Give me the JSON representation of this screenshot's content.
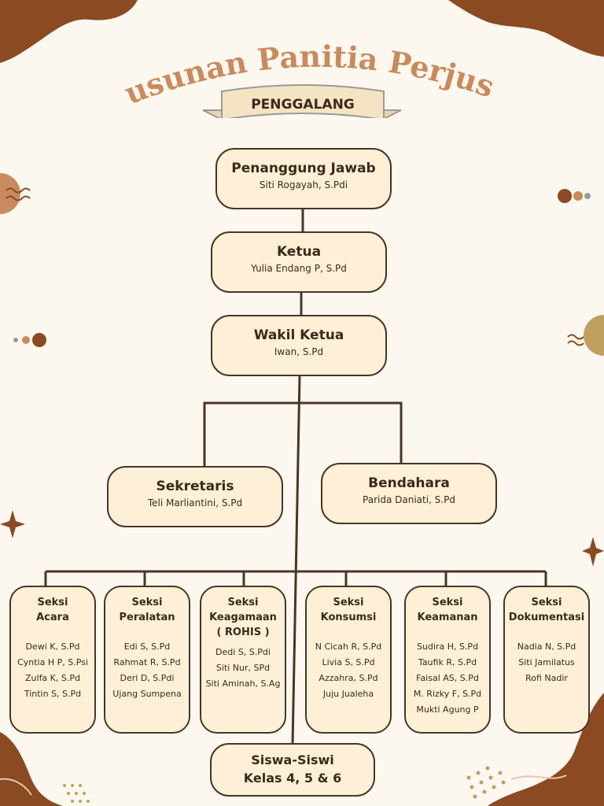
{
  "title": "Susunan Panitia Perjusa",
  "banner": "PENGGALANG",
  "penanggung_jawab": {
    "title": "Penanggung Jawab",
    "name": "Siti Rogayah, S.Pdi"
  },
  "ketua": {
    "title": "Ketua",
    "name": "Yulia Endang P, S.Pd"
  },
  "wakil_ketua": {
    "title": "Wakil Ketua",
    "name": "Iwan, S.Pd"
  },
  "sekretaris": {
    "title": "Sekretaris",
    "name": "Teli Marliantini, S.Pd"
  },
  "bendahara": {
    "title": "Bendahara",
    "name": "Parida Daniati, S.Pd"
  },
  "seksi": [
    {
      "title": "Seksi\nAcara",
      "members": [
        "Dewi K, S.Pd",
        "Cyntia H P, S.Psi",
        "Zulfa K, S.Pd",
        "Tintin S, S.Pd"
      ]
    },
    {
      "title": "Seksi\nPeralatan",
      "members": [
        "Edi S, S.Pd",
        "Rahmat R, S.Pd",
        "Deri D, S.Pdi",
        "Ujang Sumpena"
      ]
    },
    {
      "title": "Seksi\nKeagamaan\n( ROHIS )",
      "members": [
        "Dedi S, S.Pdi",
        "Siti Nur, SPd",
        "Siti Aminah, S.Ag"
      ]
    },
    {
      "title": "Seksi\nKonsumsi",
      "members": [
        "N Cicah R, S.Pd",
        "Livia S, S.Pd",
        "Azzahra, S.Pd",
        "Juju Jualeha"
      ]
    },
    {
      "title": "Seksi\nKeamanan",
      "members": [
        "Sudira H, S.Pd",
        "Taufik R, S.Pd",
        "Faisal AS, S.Pd",
        "M. Rizky F, S.Pd",
        "Mukti Agung P"
      ]
    },
    {
      "title": "Seksi\nDokumentasi",
      "members": [
        "Nadia N, S.Pd",
        "Siti Jamilatus",
        "Rofi Nadir"
      ]
    }
  ],
  "siswa": {
    "line1": "Siswa-Siswi",
    "line2": "Kelas 4, 5 & 6"
  },
  "colors": {
    "brown": "#8b4a22",
    "tan": "#c98a5e",
    "gold": "#c0a060",
    "line": "#4a3526",
    "box": "#fdf0d6"
  }
}
